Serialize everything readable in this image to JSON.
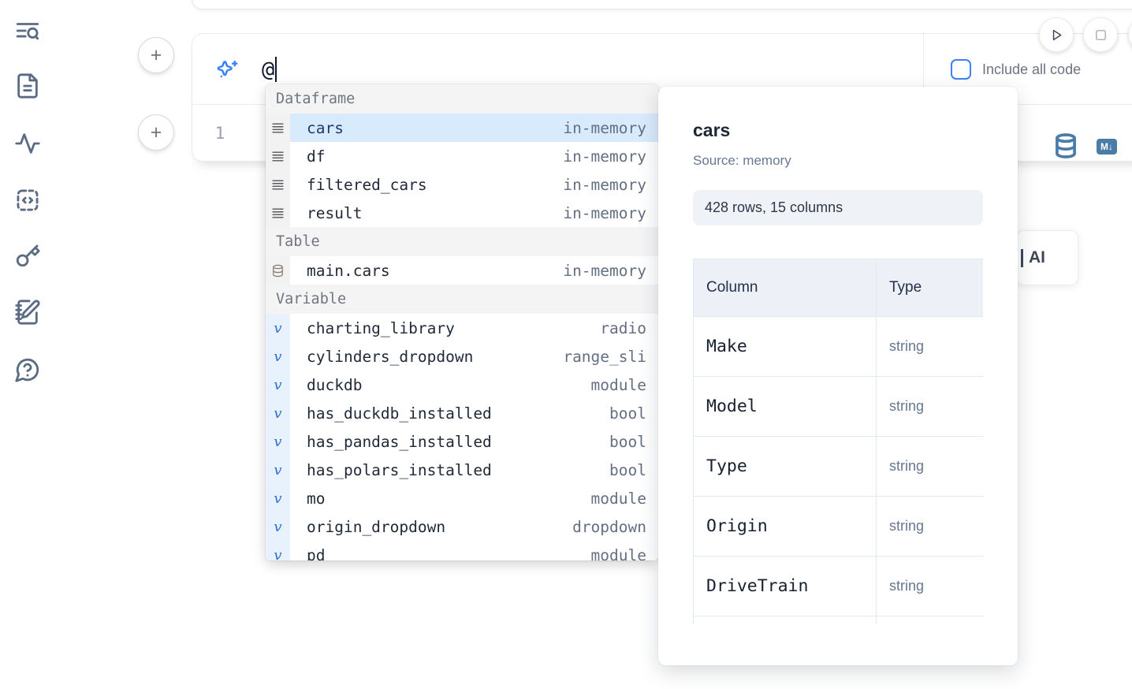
{
  "colors": {
    "accent_blue": "#3b82f6",
    "selected_row_bg": "#d8ebfc",
    "variable_icon_blue": "#2e6fd0",
    "steel_blue": "#4a7ca8",
    "sidebar_icon": "#5b6b83",
    "muted_text": "#64748b",
    "dark_text": "#1f2937",
    "section_bg": "#f4f4f5",
    "badge_bg": "#eff3f8",
    "table_header_bg": "#edf1f7",
    "border": "#e2e8f0"
  },
  "sidebar": {
    "items": [
      {
        "icon": "list-search-icon"
      },
      {
        "icon": "file-text-icon"
      },
      {
        "icon": "activity-icon"
      },
      {
        "icon": "code-snippet-icon"
      },
      {
        "icon": "key-icon"
      },
      {
        "icon": "notebook-pen-icon"
      },
      {
        "icon": "help-chat-icon"
      }
    ]
  },
  "toolbar": {
    "add_cell_label": "+"
  },
  "prompt": {
    "value": "@",
    "include_all_code_label": "Include all code"
  },
  "cell": {
    "line_number": "1",
    "markdown_badge": "M↓"
  },
  "ai_card": {
    "label": "AI"
  },
  "autocomplete": {
    "groups": [
      {
        "label": "Dataframe",
        "icon": "rows",
        "items": [
          {
            "name": "cars",
            "type": "in-memory",
            "selected": true
          },
          {
            "name": "df",
            "type": "in-memory"
          },
          {
            "name": "filtered_cars",
            "type": "in-memory"
          },
          {
            "name": "result",
            "type": "in-memory"
          }
        ]
      },
      {
        "label": "Table",
        "icon": "database",
        "items": [
          {
            "name": "main.cars",
            "type": "in-memory"
          }
        ]
      },
      {
        "label": "Variable",
        "icon": "variable",
        "items": [
          {
            "name": "charting_library",
            "type": "radio"
          },
          {
            "name": "cylinders_dropdown",
            "type": "range_sli"
          },
          {
            "name": "duckdb",
            "type": "module"
          },
          {
            "name": "has_duckdb_installed",
            "type": "bool"
          },
          {
            "name": "has_pandas_installed",
            "type": "bool"
          },
          {
            "name": "has_polars_installed",
            "type": "bool"
          },
          {
            "name": "mo",
            "type": "module"
          },
          {
            "name": "origin_dropdown",
            "type": "dropdown"
          },
          {
            "name": "pd",
            "type": "module"
          }
        ]
      }
    ]
  },
  "preview": {
    "title": "cars",
    "source": "Source: memory",
    "shape_badge": "428 rows, 15 columns",
    "table": {
      "headers": [
        "Column",
        "Type"
      ],
      "rows": [
        {
          "column": "Make",
          "type": "string"
        },
        {
          "column": "Model",
          "type": "string"
        },
        {
          "column": "Type",
          "type": "string"
        },
        {
          "column": "Origin",
          "type": "string"
        },
        {
          "column": "DriveTrain",
          "type": "string"
        },
        {
          "column": "",
          "type": ""
        }
      ]
    }
  }
}
